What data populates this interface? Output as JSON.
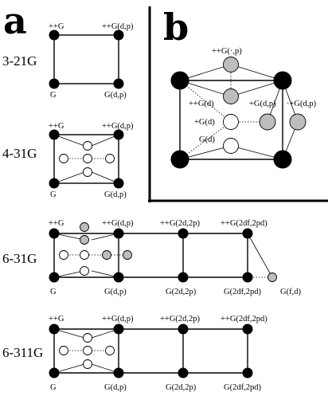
{
  "panels": {
    "a": "a",
    "b": "b"
  },
  "rows": [
    {
      "label": "3-21G",
      "top_labels": [
        "++G",
        "++G(d,p)"
      ],
      "bottom_labels": [
        "G",
        "G(d,p)"
      ]
    },
    {
      "label": "4-31G",
      "top_labels": [
        "++G",
        "++G(d,p)"
      ],
      "bottom_labels": [
        "G",
        "G(d,p)"
      ]
    },
    {
      "label": "6-31G",
      "top_labels": [
        "++G",
        "++G(d,p)",
        "++G(2d,2p)",
        "++G(2df,2pd)"
      ],
      "bottom_labels": [
        "G",
        "G(d,p)",
        "G(2d,2p)",
        "G(2df,2pd)",
        "G(f,d)"
      ]
    },
    {
      "label": "6-311G",
      "top_labels": [
        "++G",
        "++G(d,p)",
        "++G(2d,2p)",
        "++G(2df,2pd)"
      ],
      "bottom_labels": [
        "G",
        "G(d,p)",
        "G(2d,2p)",
        "G(2df,2pd)"
      ]
    }
  ],
  "cube_labels": {
    "top": "++G(·,p)",
    "pdd": "++G(d)",
    "gdp_right": "+G(d,p)",
    "pp_gdp": "·+G(d,p)",
    "pgd": "+G(d)",
    "gd": "G(d)"
  }
}
